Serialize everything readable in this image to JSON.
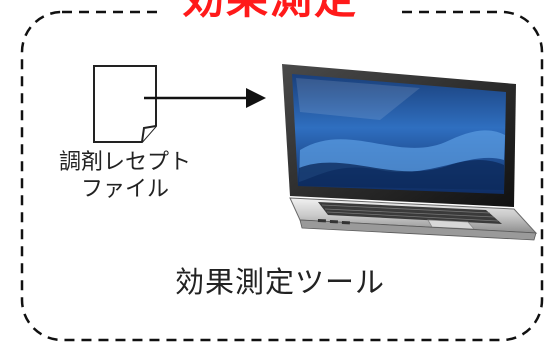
{
  "header": {
    "title": "効果測定"
  },
  "file_input": {
    "label_line1": "調剤レセプト",
    "label_line2": "ファイル"
  },
  "tool": {
    "label": "効果測定ツール"
  },
  "icons": {
    "document": "document-icon",
    "arrow": "arrow-right-icon",
    "laptop": "laptop-icon"
  },
  "colors": {
    "title": "#ff1a1a",
    "border": "#111111"
  }
}
